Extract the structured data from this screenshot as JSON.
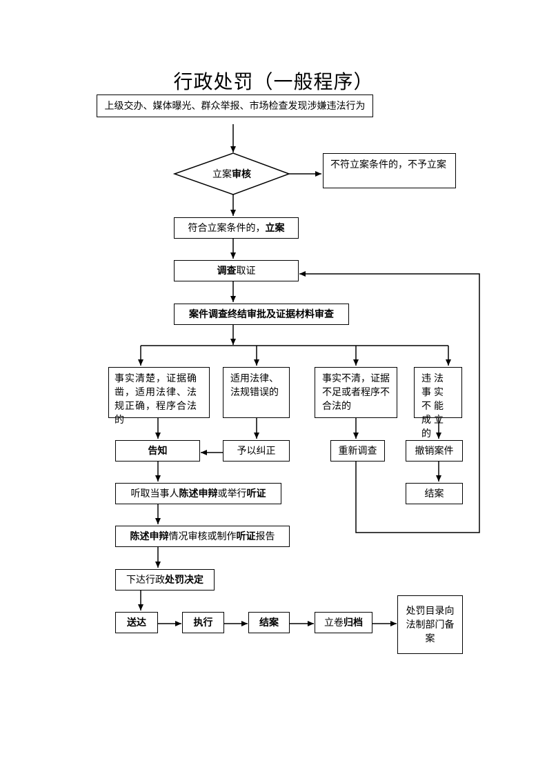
{
  "title": "行政处罚（一般程序）",
  "nodes": {
    "source": "上级交办、媒体曝光、群众举报、市场检查发现涉嫌违法行为",
    "review": {
      "pre": "立案",
      "bold": "审核"
    },
    "no_case": "不符立案条件的，不予立案",
    "file_case": {
      "pre": "符合立案条件的，",
      "bold": "立案"
    },
    "investigate": {
      "bold": "调查",
      "post": "取证"
    },
    "approval": "案件调查终结审批及证据材料审查",
    "clear_facts": "事实清楚，证据确凿，适用法律、法规正确，程序合法的",
    "wrong_law": "适用法律、法规错误的",
    "unclear_facts": "事实不清，证据不足或者程序不合法的",
    "not_established": "违法事实不能成立的",
    "notify": "告知",
    "correct": "予以纠正",
    "reinvestigate": "重新调查",
    "revoke": "撤销案件",
    "close1": "结案",
    "hearing": {
      "p1": "听取当事人",
      "b1": "陈述申辩",
      "p2": "或举行",
      "b2": "听证"
    },
    "report": {
      "b1": "陈述申辩",
      "p1": "情况审核或制作",
      "b2": "听证",
      "p2": "报告"
    },
    "decision": {
      "pre": "下达行政",
      "bold": "处罚决定"
    },
    "deliver": "送达",
    "execute": "执行",
    "close2": "结案",
    "archive": {
      "pre": "立卷",
      "bold": "归档"
    },
    "record": "处罚目录向法制部门备案"
  }
}
